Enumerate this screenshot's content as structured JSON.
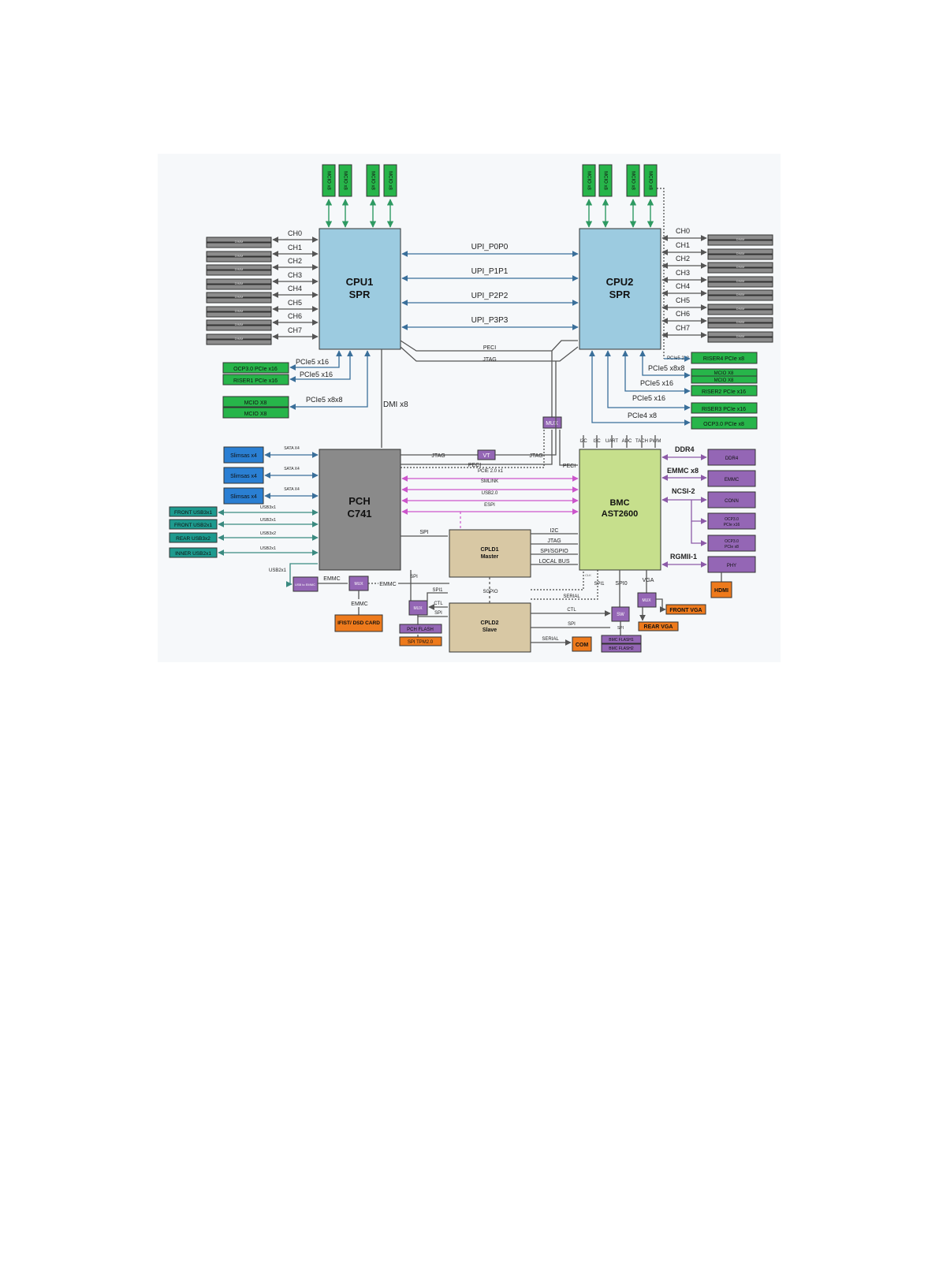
{
  "colors": {
    "cpu": "#9ccbe0",
    "pch": "#8a8a8a",
    "bmc": "#c6df8c",
    "cpld": "#d8c8a4",
    "green": "#27b54a",
    "blue": "#2a7fd3",
    "teal": "#1e9a8e",
    "purple": "#9466b5",
    "orange": "#ee7a1c",
    "dimm": "#8c8c8c"
  },
  "chips": {
    "cpu1": {
      "line1": "CPU1",
      "line2": "SPR"
    },
    "cpu2": {
      "line1": "CPU2",
      "line2": "SPR"
    },
    "pch": {
      "line1": "PCH",
      "line2": "C741"
    },
    "bmc": {
      "line1": "BMC",
      "line2": "AST2600"
    },
    "cpld1": {
      "line1": "CPLD1",
      "line2": "Master"
    },
    "cpld2": {
      "line1": "CPLD2",
      "line2": "Slave"
    }
  },
  "mcio_top": [
    "MCIO x8",
    "MCIO x8",
    "MCIO x8",
    "MCIO x8",
    "MCIO x8",
    "MCIO x8",
    "MCIO x8",
    "MCIO x8"
  ],
  "channels": [
    "CH0",
    "CH1",
    "CH2",
    "CH3",
    "CH4",
    "CH5",
    "CH6",
    "CH7"
  ],
  "dimm_text": "DIMM",
  "upi": [
    "UPI_P0P0",
    "UPI_P1P1",
    "UPI_P2P2",
    "UPI_P3P3"
  ],
  "cpu_links": {
    "peci": "PECI",
    "jtag": "JTAG",
    "dmi": "DMI x8"
  },
  "cpu1_left": {
    "ocp": "OCP3.0  PCIe x16",
    "riser1": "RISER1 PCIe x16",
    "mcio_a": "MCIO X8",
    "mcio_b": "MCIO X8",
    "lbl_pcie_a": "PCIe5 x16",
    "lbl_pcie_b": "PCIe5 x16",
    "lbl_pcie_c": "PCIe5 x8x8"
  },
  "cpu2_right": {
    "riser4": "RISER4  PCIe x8",
    "mcio_a": "MCIO X8",
    "mcio_b": "MCIO X8",
    "riser2": "RISER2  PCIe x16",
    "riser3": "RISER3  PCIe x16",
    "ocp": "OCP3.0  PCIe x8",
    "lbl_a": "PCIe5 2x8",
    "lbl_b": "PCIe5 x8x8",
    "lbl_c": "PCIe5 x16",
    "lbl_d": "PCIe5 x16",
    "lbl_e": "PCIe4 x8"
  },
  "mux": "MUX",
  "vt": "VT",
  "pch_left": {
    "slimsas": [
      "Slimsas x4",
      "Slimsas x4",
      "Slimsas x4"
    ],
    "sata": [
      "SATA X4",
      "SATA X4",
      "SATA X4"
    ],
    "usb_ports": [
      "FRONT USB3x1",
      "FRONT USB2x1",
      "REAR USB3x2",
      "INNER USB2x1"
    ],
    "usb_lbls": [
      "USB3x1",
      "USB2x1",
      "USB3x2",
      "USB2x1"
    ],
    "usb2x1": "USB2x1",
    "usb_to_emmc": "USB to EMMC",
    "emmc": "EMMC",
    "emmc2": "EMMC",
    "sd_card": "IFIST/ DSD CARD"
  },
  "pch_bmc_links": [
    "JTAG",
    "JTAG",
    "PECI",
    "PCIE 2.0 x1",
    "SMLINK",
    "USB2.0",
    "ESPI",
    "PECI"
  ],
  "cpld_links": {
    "spi_pch": "SPI",
    "i2c": "I2C",
    "jtag": "JTAG",
    "sgpio": "SPI/SGPIO",
    "localbus": "LOCAL BUS",
    "spi1_a": "SPI1",
    "spi1_b": "SPI1",
    "ctl_a": "CTL",
    "spi_a": "SPI",
    "sgpio2": "SGPIO",
    "serial_a": "SERIAL",
    "ctl_b": "CTL",
    "spi_b": "SPI",
    "serial_b": "SERIAL",
    "spi_pch2": "SPI",
    "clk": "CLK"
  },
  "flash": {
    "pch": "PCH FLASH",
    "tpm": "SPI TPM2.0",
    "bmc1": "BMC FLASH1",
    "bmc2": "BMC FLASH2"
  },
  "sw": "SW",
  "com": "COM",
  "bmc_top": [
    "I2C",
    "I3C",
    "UART",
    "ADC",
    "TACH",
    "PWM"
  ],
  "bmc_right": {
    "ddr4_lbl": "DDR4",
    "emmc_lbl": "EMMC x8",
    "ncsi_lbl": "NCSI-2",
    "rgmii_lbl": "RGMII-1",
    "ddr4": "DDR4",
    "emmc": "EMMC",
    "conn": "CONN",
    "ocp_a1": "OCP3.0",
    "ocp_a2": "PCIe x16",
    "ocp_b1": "OCP3.0",
    "ocp_b2": "PCIe x8",
    "phy": "PHY",
    "hdmi": "HDMI"
  },
  "bmc_bottom": {
    "spi0": "SPI0",
    "vga": "VGA",
    "spi": "SPI",
    "front_vga": "FRONT VGA",
    "rear_vga": "REAR VGA"
  }
}
